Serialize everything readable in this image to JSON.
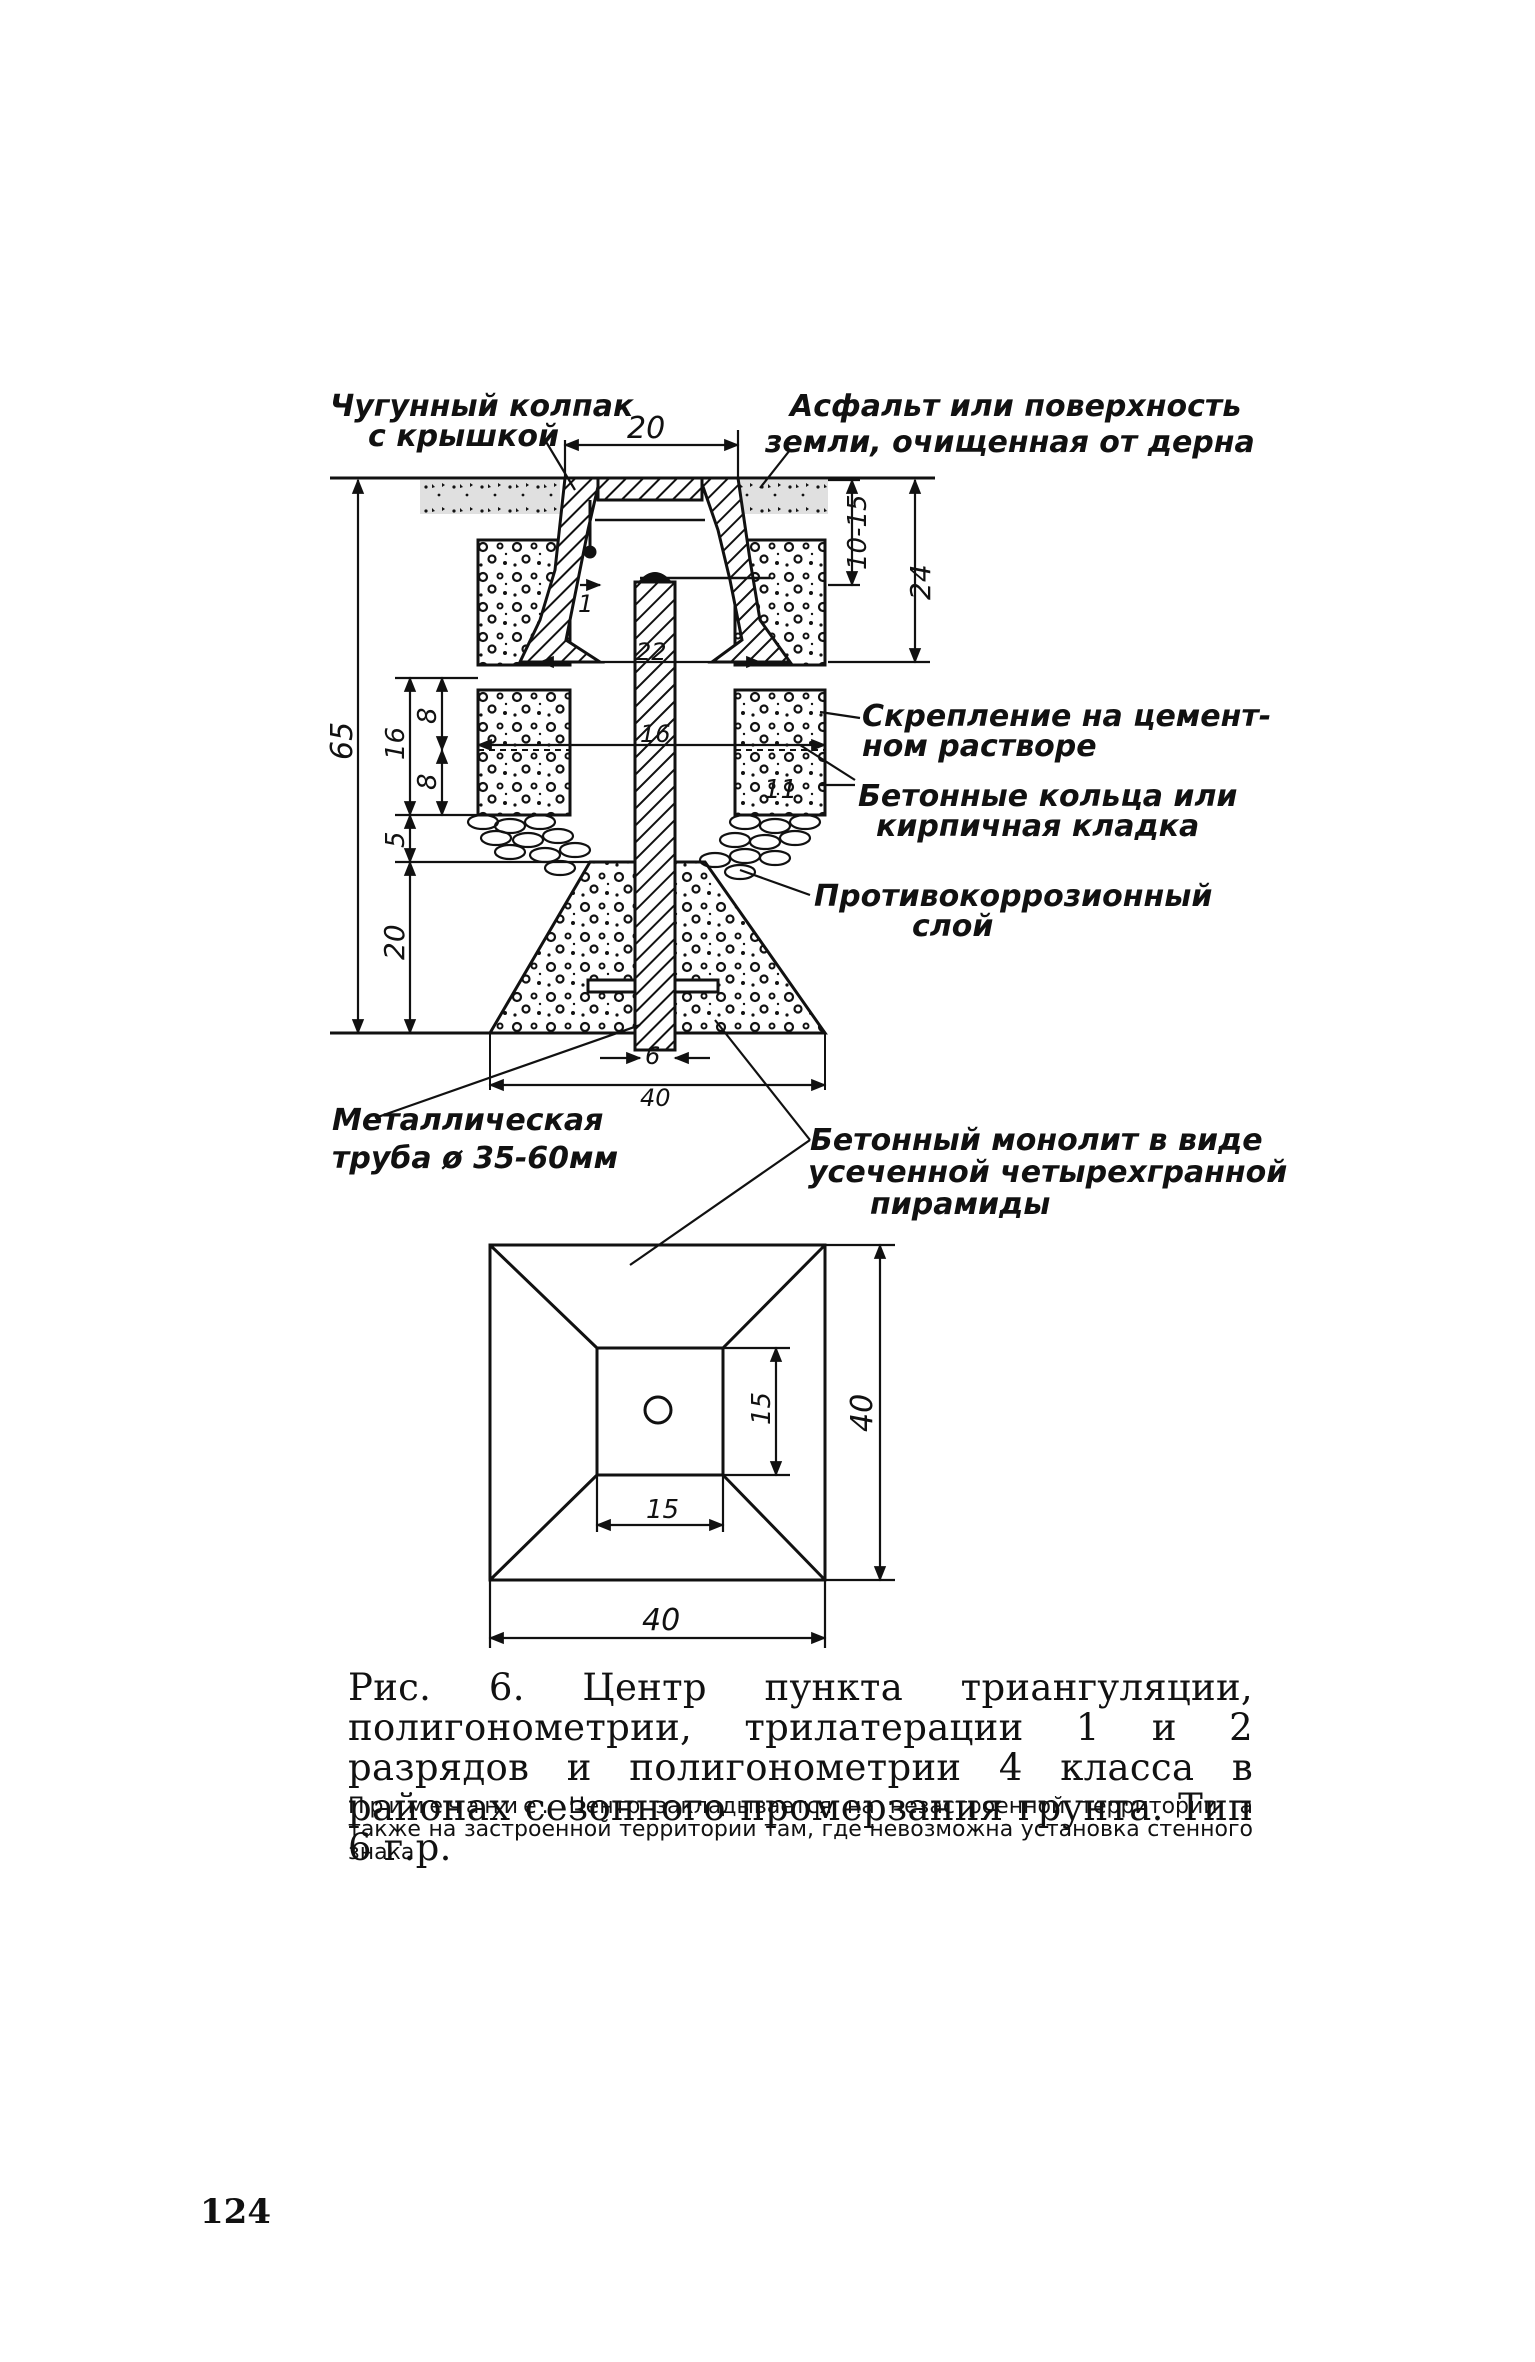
{
  "labels": {
    "cast_iron_cap_1": "Чугунный колпак",
    "cast_iron_cap_2": "с крышкой",
    "asphalt_1": "Асфальт или поверхность",
    "asphalt_2": "земли, очищенная от дерна",
    "cement_1": "Скрепление на цемент-",
    "cement_2": "ном растворе",
    "rings_1": "Бетонные кольца или",
    "rings_2": "кирпичная кладка",
    "anticorrosion_1": "Противокоррозионный",
    "anticorrosion_2": "слой",
    "pipe_1": "Металлическая",
    "pipe_2": "труба ø 35-60мм",
    "monolith_1": "Бетонный монолит в виде",
    "monolith_2": "усеченной четырехгранной",
    "monolith_3": "пирамиды"
  },
  "dimensions": {
    "top_width": "20",
    "cap_height": "10-15",
    "to_ring_bottom": "24",
    "total_height": "65",
    "ring_total": "16",
    "ring_upper": "8",
    "ring_lower": "8",
    "gravel": "5",
    "monolith_height": "20",
    "gap_1": "1",
    "inner_22": "22",
    "inner_16": "16",
    "inner_11": "11",
    "pipe_6": "6",
    "base_40": "40",
    "plan_inner_h": "15",
    "plan_inner_w": "15",
    "plan_outer_h": "40",
    "plan_outer_w": "40"
  },
  "caption": "Рис. 6. Центр пункта триангуляции, полигонометрии, трилатерации 1 и 2 разрядов и полигонометрии 4 класса в районах сезонного промерзания грунта. Тип 6 г.р.",
  "note": {
    "label": "Примечание.",
    "text": "Центр закладывается на незастроенной территории, а также на застроенной территории там, где невозможна установка стенного знака"
  },
  "page_number": "124"
}
